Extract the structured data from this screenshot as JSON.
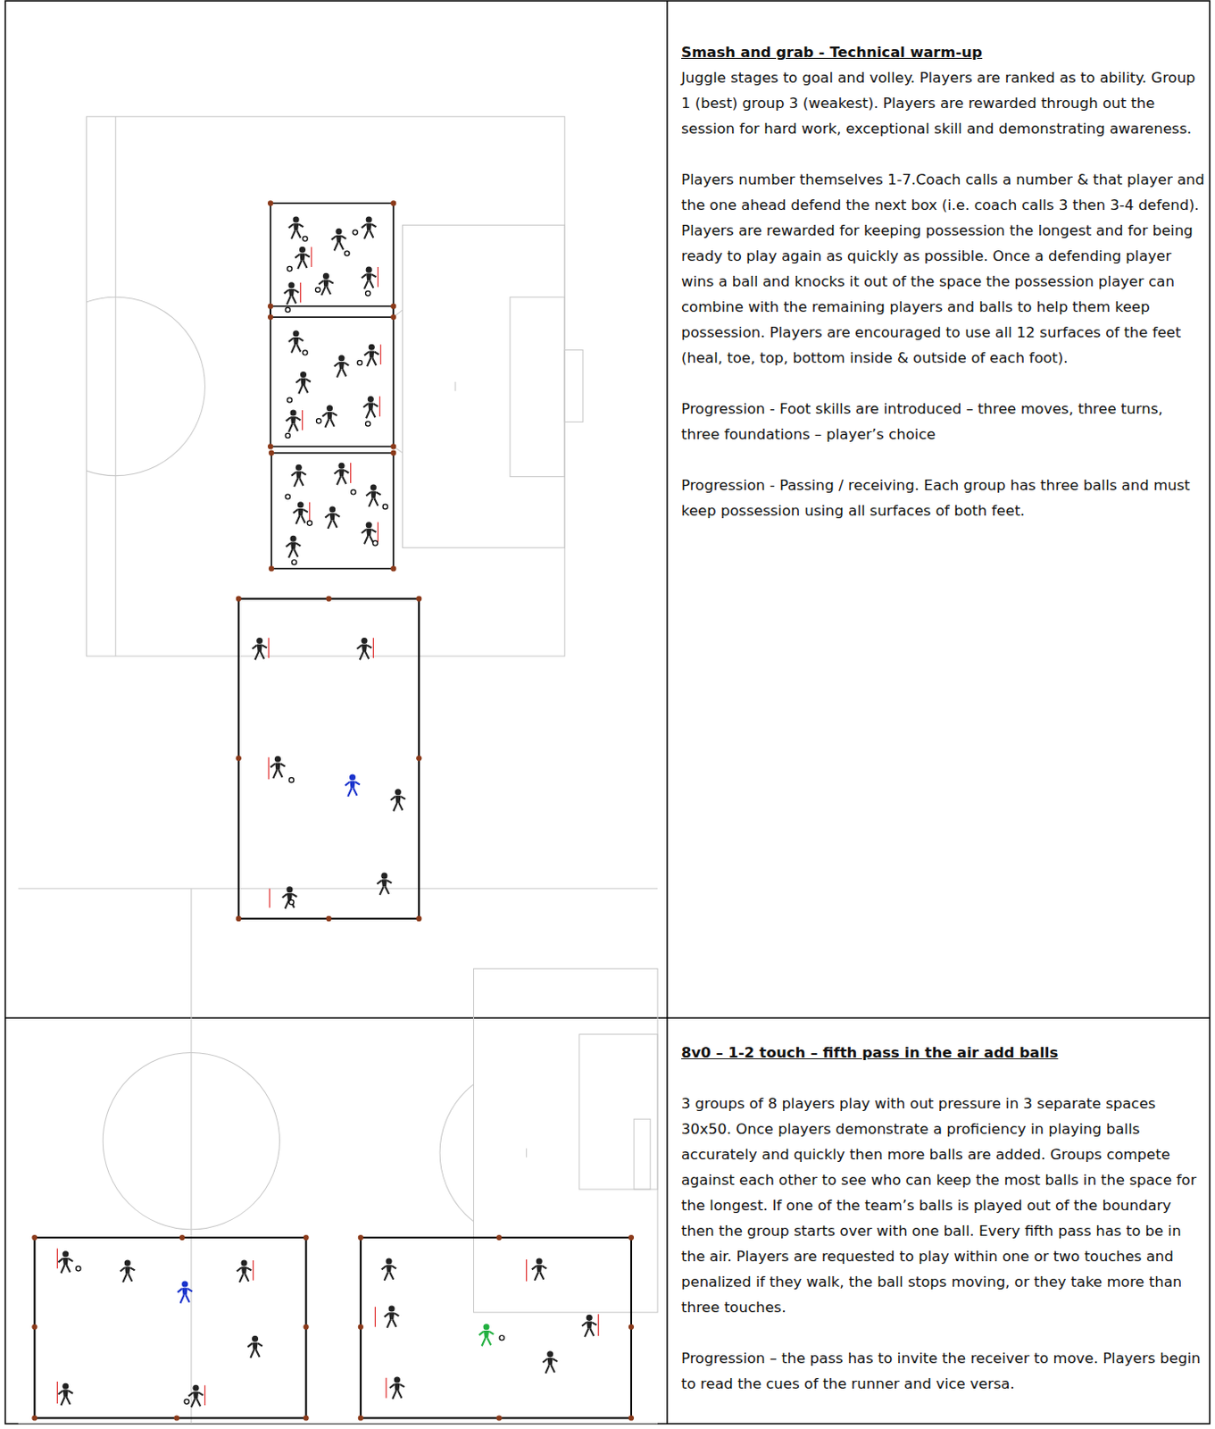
{
  "diagram": {
    "nodes": [
      {
        "text": [
          "Smash and grab - Technical warm-up",
          "Juggle stages to goal and volley. Players are ranked as to ability. Group 1 (best) group 3 (weakest). Players are rewarded through out the session for hard work, exceptional skill and demonstrating awareness.",
          "Players number themselves 1-7.Coach calls a number & that player and the one ahead defend the next box (i.e. coach calls 3 then 3-4 defend). Players are rewarded for keeping possession the longest and for being ready to play again as quickly as possible. Once a defending player wins a ball and knocks it out of the space the possession player can combine with the remaining players and balls to help them keep possession. Players are encouraged to use all 12 surfaces of the feet (heal, toe, top, bottom inside & outside of each foot).",
          "Progression - Foot skills are introduced – three moves, three turns, three foundations – player’s choice",
          "Progression - Passing / receiving. Each group has three balls and must keep possession using all surfaces of both feet."
        ]
      },
      {
        "text": [
          "8v0 – 1-2 touch – fifth pass in the air add balls",
          "3 groups of 8 players play with out pressure in 3 separate spaces 30x50. Once players demonstrate a proficiency in playing balls accurately and quickly then more balls are added. Groups compete against each other to see who can keep the most balls in the space for the longest. If one of the team’s balls is played out of the boundary then the group starts over with one ball. Every fifth pass has to be in the air. Players are requested to play within one or two touches and penalized if they walk, the ball stops moving, or they take more than three touches.",
          "Progression – the pass has to invite the receiver to move. Players begin to read the cues of the runner and vice versa."
        ]
      }
    ]
  }
}
